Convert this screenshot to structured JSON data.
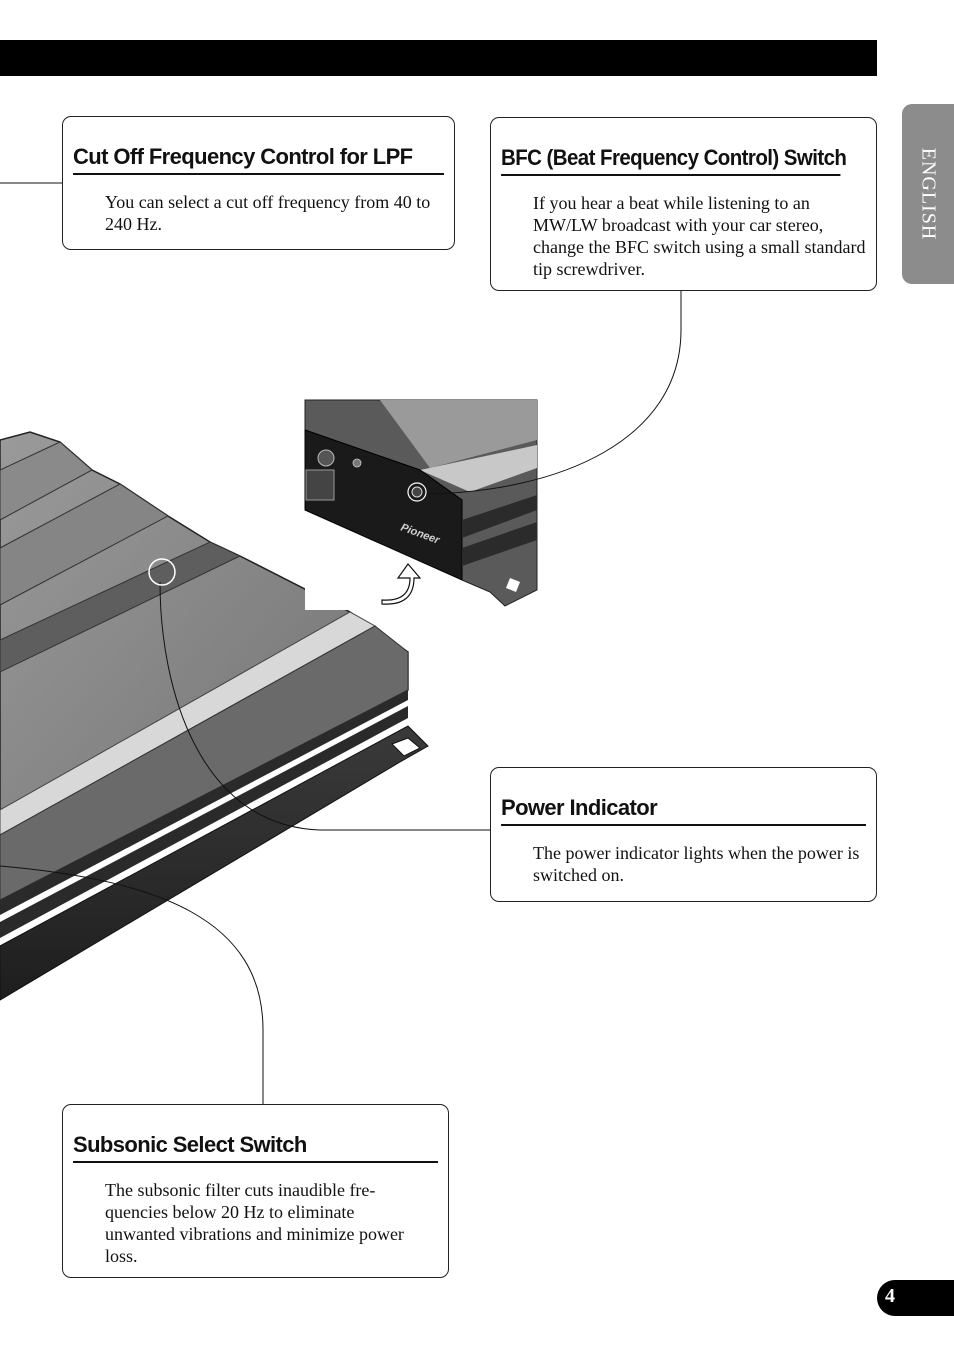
{
  "side_tab": {
    "label": "ENGLISH"
  },
  "page_number": "4",
  "callouts": {
    "lpf": {
      "title": "Cut Off Frequency Control for LPF",
      "body": "You can select a cut off frequency from 40 to 240 Hz."
    },
    "bfc": {
      "title": "BFC (Beat Frequency Control) Switch",
      "body": "If you hear a beat while listening to an MW/LW broadcast with your car stereo, change the BFC switch using a small standard tip screwdriver."
    },
    "power": {
      "title": "Power Indicator",
      "body": "The power indicator lights when the power is switched on."
    },
    "subsonic": {
      "title": "Subsonic Select Switch",
      "body": "The subsonic filter cuts inaudible fre-quencies below 20 Hz to eliminate unwanted vibrations and minimize power loss."
    }
  },
  "illustration": {
    "brand_logo": "Pioneer"
  },
  "colors": {
    "header_bar": "#000000",
    "side_tab": "#8c8c8c",
    "amp_body": "#7a7a7a"
  }
}
